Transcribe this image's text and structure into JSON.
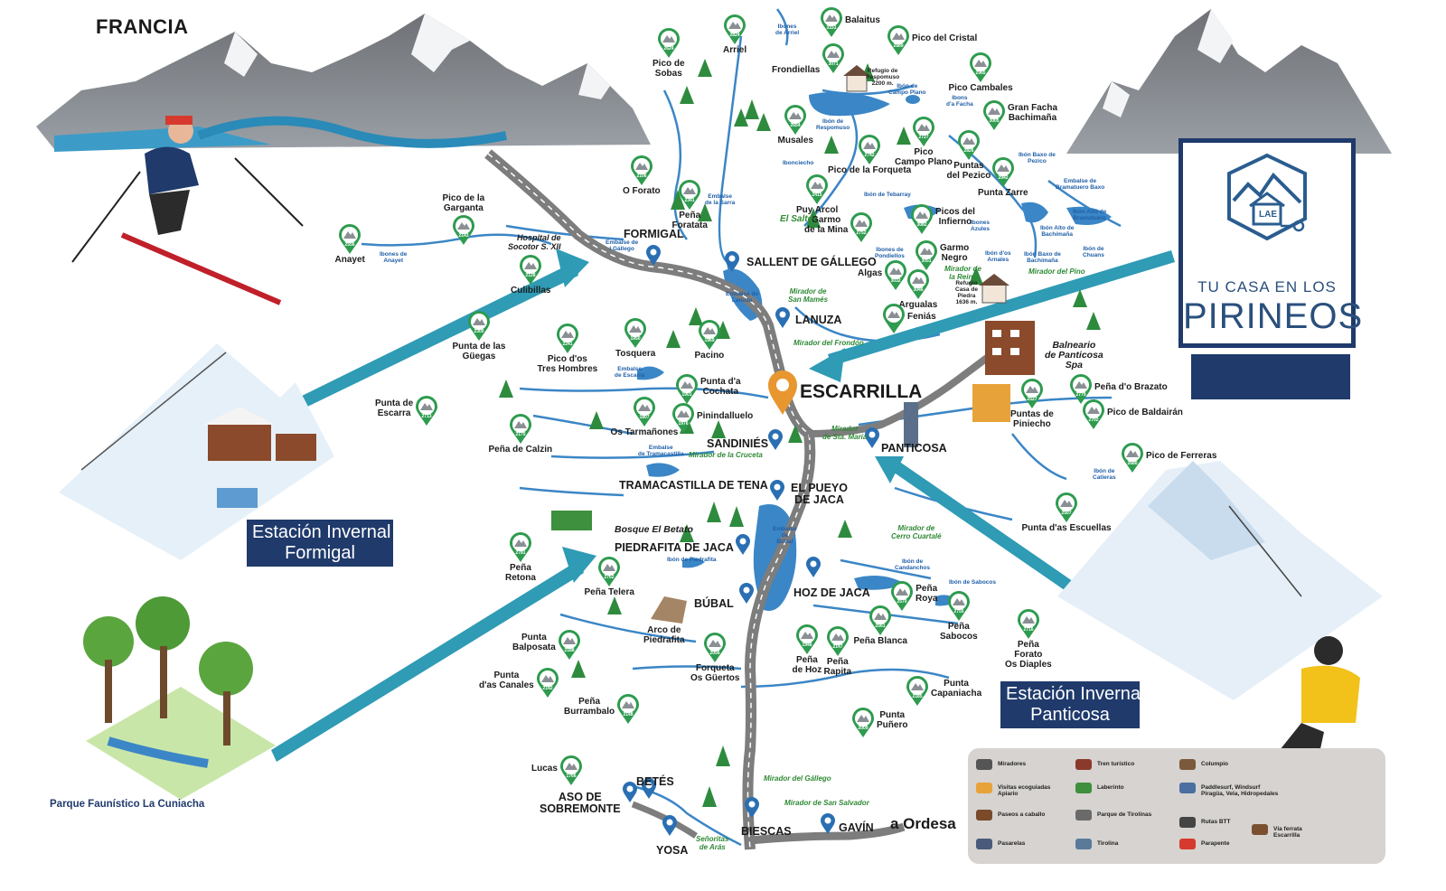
{
  "country_label": "FRANCIA",
  "logo": {
    "initials": "LAE",
    "line1": "TU CASA EN LOS",
    "line2": "PIRINEOS"
  },
  "stations": {
    "formigal": "Estación Invernal\nFormigal",
    "panticosa": "Estación Invernal\nPanticosa"
  },
  "park_label": "Parque Faunístico La Cuniacha",
  "towns": {
    "escarrilla": "ESCARRILLA",
    "formigal": "FORMIGAL",
    "sallent": "SALLENT DE GÁLLEGO",
    "lanuza": "LANUZA",
    "sandinies": "SANDINIÉS",
    "panticosa": "PANTICOSA",
    "tramacastilla": "TRAMACASTILLA DE TENA",
    "pueyo": "EL PUEYO\nDE JACA",
    "piedrafita": "PIEDRAFITA DE JACA",
    "hoz": "HOZ DE JACA",
    "bubal": "BÚBAL",
    "betes": "BETÉS",
    "aso": "ASO DE\nSOBREMONTE",
    "yosa": "YOSA",
    "biescas": "BIESCAS",
    "gavin": "GAVÍN",
    "ordesa": "a Ordesa"
  },
  "peaks": [
    {
      "id": "sobas",
      "name": "Pico de\nSobas",
      "alt": "2624"
    },
    {
      "id": "arriel",
      "name": "Arriel",
      "alt": "2824"
    },
    {
      "id": "balaitus",
      "name": "Balaitus",
      "alt": "3151"
    },
    {
      "id": "cristal",
      "name": "Pico del Cristal",
      "alt": "2889"
    },
    {
      "id": "frondiellas",
      "name": "Frondiellas",
      "alt": "3071"
    },
    {
      "id": "cambales",
      "name": "Pico Cambales",
      "alt": "2965"
    },
    {
      "id": "bachimana",
      "name": "Gran Facha\nBachimaña",
      "alt": "3005"
    },
    {
      "id": "musales",
      "name": "Musales",
      "alt": "2654"
    },
    {
      "id": "campoplano",
      "name": "Pico\nCampo Plano",
      "alt": "2727"
    },
    {
      "id": "pezico",
      "name": "Puntas\ndel Pezico",
      "alt": "2826"
    },
    {
      "id": "forquetapico",
      "name": "Pico de la Forqueta",
      "alt": "2742"
    },
    {
      "id": "oforato",
      "name": "O Forato",
      "alt": "2106"
    },
    {
      "id": "foratata",
      "name": "Peña\nForatata",
      "alt": "2341"
    },
    {
      "id": "zarre",
      "name": "Punta Zarre",
      "alt": "2942"
    },
    {
      "id": "puyarcol",
      "name": "Puy Arcol",
      "alt": "2415"
    },
    {
      "id": "infierno",
      "name": "Picos del\nInfierno",
      "alt": "3082"
    },
    {
      "id": "garganta",
      "name": "Pico de la\nGarganta",
      "alt": "2143"
    },
    {
      "id": "mina",
      "name": "Garmo\nde la Mina",
      "alt": "2752"
    },
    {
      "id": "negro",
      "name": "Garmo\nNegro",
      "alt": "3051"
    },
    {
      "id": "anayet",
      "name": "Anayet",
      "alt": "2556"
    },
    {
      "id": "culibillas",
      "name": "Culibillas",
      "alt": "2128"
    },
    {
      "id": "algas",
      "name": "Algas",
      "alt": "3032"
    },
    {
      "id": "argualas",
      "name": "Argualas",
      "alt": "3046"
    },
    {
      "id": "fenias",
      "name": "Feniás",
      "alt": ""
    },
    {
      "id": "gueegas",
      "name": "Punta de las\nGüegas",
      "alt": "2300"
    },
    {
      "id": "tresh",
      "name": "Pico d'os\nTres Hombres",
      "alt": "2241"
    },
    {
      "id": "tosquera",
      "name": "Tosquera",
      "alt": "1950"
    },
    {
      "id": "pacino",
      "name": "Pacino",
      "alt": "1969"
    },
    {
      "id": "escarra",
      "name": "Punta de\nEscarra",
      "alt": "2713"
    },
    {
      "id": "cochata",
      "name": "Punta d'a\nCochata",
      "alt": "1901"
    },
    {
      "id": "pinindalluelo",
      "name": "Pinindalluelo",
      "alt": "1976"
    },
    {
      "id": "tarmanones",
      "name": "Os Tarmañones",
      "alt": "1807"
    },
    {
      "id": "calzin",
      "name": "Peña de Calzin",
      "alt": "2175"
    },
    {
      "id": "brazato",
      "name": "Peña d'o Brazato",
      "alt": "2779"
    },
    {
      "id": "piniecho",
      "name": "Puntas de\nPiniecho",
      "alt": "2527"
    },
    {
      "id": "baldairan",
      "name": "Pico de Baldairán",
      "alt": "2702"
    },
    {
      "id": "ferreras",
      "name": "Pico de Ferreras",
      "alt": "2680"
    },
    {
      "id": "escuellas",
      "name": "Punta d'as Escuellas",
      "alt": "2507"
    },
    {
      "id": "retona",
      "name": "Peña\nRetona",
      "alt": "2781"
    },
    {
      "id": "telera",
      "name": "Peña Telera",
      "alt": "2762"
    },
    {
      "id": "royapena",
      "name": "Peña\nRoya",
      "alt": "2570"
    },
    {
      "id": "sabocos",
      "name": "Peña\nSabocos",
      "alt": "2755"
    },
    {
      "id": "diaples",
      "name": "Peña\nForato\nOs Diaples",
      "alt": "2716"
    },
    {
      "id": "blanca",
      "name": "Peña Blanca",
      "alt": "2561"
    },
    {
      "id": "hozpena",
      "name": "Peña\nde Hoz",
      "alt": "1946"
    },
    {
      "id": "rapita",
      "name": "Peña\nRapita",
      "alt": "2147"
    },
    {
      "id": "balposata",
      "name": "Punta\nBalposata",
      "alt": "2188"
    },
    {
      "id": "guertos",
      "name": "Forqueta\nOs Güertos",
      "alt": "2056"
    },
    {
      "id": "capaniacha",
      "name": "Punta\nCapaniacha",
      "alt": "2185"
    },
    {
      "id": "canales",
      "name": "Punta\nd'as Canales",
      "alt": "2142"
    },
    {
      "id": "punero",
      "name": "Punta\nPuñero",
      "alt": "2009"
    },
    {
      "id": "burrambalo",
      "name": "Peña\nBurrambalo",
      "alt": "2148"
    },
    {
      "id": "lucas",
      "name": "Lucas",
      "alt": "1766"
    }
  ],
  "waters": {
    "arriel": "Ibones\nde Arriel",
    "respomuso_ref": "Refugio de\nRespomuso\n2200 m.",
    "campoplano": "Ibón de\nCampo Plano",
    "facha": "Ibons\nd'a Facha",
    "respomuso": "Ibón de\nRespomuso",
    "ibonciecho": "Ibonciecho",
    "pezico": "Ibón Baxo de\nPezico",
    "bramatuero": "Embalse de\nBramatuero Baxo",
    "sarra": "Embalse\nde la Sarra",
    "tebarray": "Ibón de Tebarray",
    "azules": "Ibones\nAzules",
    "bramatueroalto": "Ibón Alto de\nBramatuero",
    "bachimanaalto": "Ibón Alto de\nBachimaña",
    "pondiellos": "Ibones de\nPondiellos",
    "arnales": "Ibón d'os\nArnales",
    "bachimanabaxo": "Ibón Baxo de\nBachimaña",
    "chuans": "Ibón de\nChuans",
    "anayet": "Ibones de\nAnayet",
    "gallego": "Embalse de\nl Gállego",
    "lanuza": "Embalse de\nLanuza",
    "escarra": "Embalse\nde Escarra",
    "tramacastilla": "Embalse\nde Tramacastilla",
    "bubal": "Embalse\nde\nBúbal",
    "piedrafita": "Ibón de Piedrafita",
    "catieras": "Ibón de\nCatieras",
    "candanchos": "Ibón de\nCandanchos",
    "sabocos": "Ibón de Sabocos"
  },
  "viewpoints": {
    "salto": "El Salto",
    "sanmames": "Mirador de\nSan Mamés",
    "frondon": "Mirador del Frondón",
    "reina": "Mirador de\nla Reina",
    "pino": "Mirador del Pino",
    "stamaria": "Mirador\nde Sta. María",
    "cruceta": "Mirador de la Cruceta",
    "cuartale": "Mirador de\nCerro Cuartalé",
    "gallego": "Mirador del Gállego",
    "sansalvador": "Mirador de San Salvador",
    "ara": "Señoritas\nde Arás"
  },
  "other": {
    "hospital": "Hospital de\nSocotor S. XII",
    "refugio_piedra": "Refugio\nCasa de\nPiedra\n1636 m.",
    "balneario": "Balneario\nde Panticosa\nSpa",
    "betato": "Bosque El Betato",
    "arco": "Arco de\nPiedrafita"
  },
  "legend": [
    {
      "label": "Miradores",
      "icon": "binoculars-icon"
    },
    {
      "label": "Tren turístico",
      "icon": "train-icon"
    },
    {
      "label": "Columpio",
      "icon": "swing-icon"
    },
    {
      "label": "Visitas ecoguiadas\nApiario",
      "icon": "beehive-icon"
    },
    {
      "label": "Laberinto",
      "icon": "maze-icon"
    },
    {
      "label": "Paddlesurf, Windsurf\nPiragüa, Vela, Hidropedales",
      "icon": "windsurf-icon"
    },
    {
      "label": "Paseos a caballo",
      "icon": "horse-icon"
    },
    {
      "label": "Parque de Tirolinas",
      "icon": "zipline-park-icon"
    },
    {
      "label": "Rutas BTT",
      "icon": "bike-icon"
    },
    {
      "label": "Vía ferrata\nEscarrilla",
      "icon": "ferrata-icon"
    },
    {
      "label": "Pasarelas",
      "icon": "footbridge-icon"
    },
    {
      "label": "Tirolina",
      "icon": "zipline-icon"
    },
    {
      "label": "Parapente",
      "icon": "paraglider-icon"
    }
  ],
  "colors": {
    "navy": "#1f3a6b",
    "teal": "#2f9bb5",
    "river": "#3b86c6",
    "road": "#8c8c8c",
    "green": "#2e9b4f"
  }
}
